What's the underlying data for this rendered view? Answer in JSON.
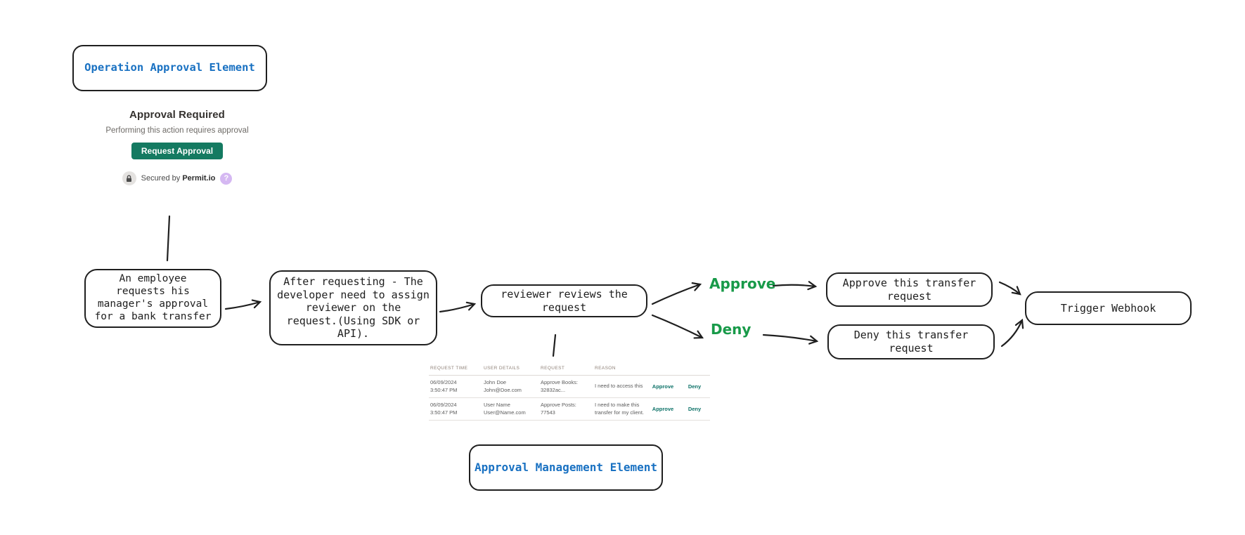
{
  "element_labels": {
    "operation": "Operation Approval Element",
    "management": "Approval Management Element"
  },
  "widget": {
    "title": "Approval Required",
    "subtitle": "Performing this action requires approval",
    "button_label": "Request Approval",
    "secured_prefix": "Secured by",
    "secured_brand": "Permit.io",
    "help_badge": "?",
    "lock_icon": "lock",
    "button_color": "#147a61",
    "help_badge_color": "#d5b8f2"
  },
  "flow": {
    "step1": "An employee\nrequests his\nmanager's approval\nfor a bank transfer",
    "step2": "After requesting - The\ndeveloper need to assign\nreviewer on the\nrequest.(Using SDK or\nAPI).",
    "step3": "reviewer reviews the\nrequest",
    "approve_label": "Approve",
    "deny_label": "Deny",
    "approve_box": "Approve this transfer\nrequest",
    "deny_box": "Deny this transfer\nrequest",
    "webhook_box": "Trigger Webhook"
  },
  "table": {
    "headers": [
      "REQUEST TIME",
      "USER DETAILS",
      "REQUEST",
      "REASON"
    ],
    "rows": [
      {
        "time": "06/09/2024\n3:50:47 PM",
        "user_name": "John Doe",
        "user_email": "John@Doe.com",
        "request": "Approve Books: 32832ac...",
        "reason": "I need to access this",
        "approve_label": "Approve",
        "deny_label": "Deny"
      },
      {
        "time": "06/09/2024\n3:50:47 PM",
        "user_name": "User Name",
        "user_email": "User@Name.com",
        "request": "Approve Posts: 77543",
        "reason": "I need to make this transfer for my client.",
        "approve_label": "Approve",
        "deny_label": "Deny"
      }
    ]
  },
  "colors": {
    "accent_blue": "#1971c2",
    "branch_green": "#189a49",
    "stroke": "#1f1f1f",
    "teal_button": "#147a61",
    "teal_link": "#0d7268"
  }
}
